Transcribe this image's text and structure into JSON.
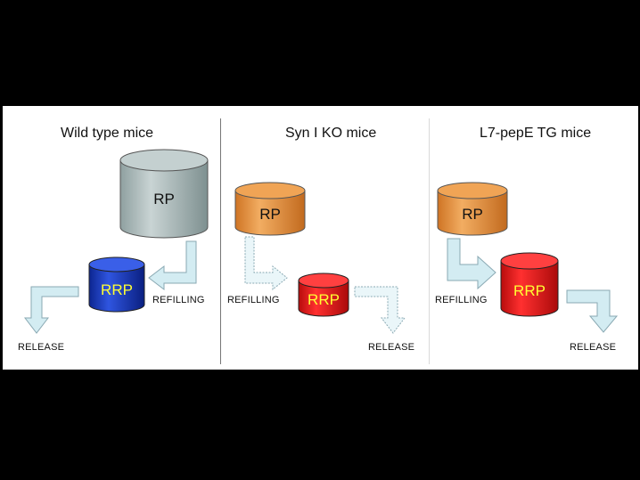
{
  "panels": [
    {
      "title": "Wild type mice",
      "rp_label": "RP",
      "rrp_label": "RRP",
      "refilling_label": "REFILLING",
      "release_label": "RELEASE"
    },
    {
      "title": "Syn I KO mice",
      "rp_label": "RP",
      "rrp_label": "RRP",
      "refilling_label": "REFILLING",
      "release_label": "RELEASE"
    },
    {
      "title": "L7-pepE TG mice",
      "rp_label": "RP",
      "rrp_label": "RRP",
      "refilling_label": "REFILLING",
      "release_label": "RELEASE"
    }
  ],
  "colors": {
    "rp_wild": "#a9b8b8",
    "rp_orange": "#e7923c",
    "rrp_blue": "#1636b8",
    "rrp_red": "#e31616",
    "rrp_text_yellow": "#ffff33",
    "rp_text_dark": "#111111",
    "arrow_fill": "#d3ecf2",
    "arrow_stroke": "#8aa9b3"
  }
}
